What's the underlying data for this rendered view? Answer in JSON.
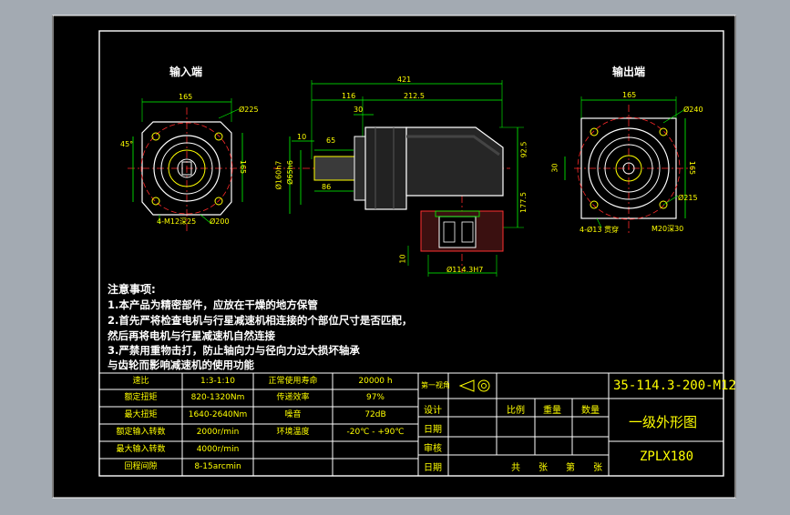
{
  "views": {
    "input_title": "输入端",
    "output_title": "输出端"
  },
  "dims": {
    "left_width": "165",
    "left_square": "165",
    "left_bolt_circle": "Ø225",
    "left_pilot": "Ø200",
    "left_holes": "4-M12深25",
    "left_angle": "45°",
    "total_len": "421",
    "seg_116": "116",
    "seg_212": "212.5",
    "seg_30": "30",
    "seg_10": "10",
    "seg_65": "65",
    "seg_86": "86",
    "dia_left_a": "Ø160h7",
    "dia_left_b": "Ø65h6",
    "h_92": "92.5",
    "h_177": "177.5",
    "h_10b": "10",
    "dia_bottom": "Ø114.3H7",
    "right_width": "165",
    "right_square": "165",
    "right_bolt_circle": "Ø240",
    "right_pilot": "Ø215",
    "right_holes": "4-Ø13 贯穿",
    "right_key": "M20深30",
    "right_30": "30"
  },
  "notes": {
    "title": "注意事项:",
    "lines": [
      "1.本产品为精密部件，应放在干燥的地方保管",
      "2.首先严将检查电机与行星减速机相连接的个部位尺寸是否匹配，",
      "然后再将电机与行星减速机自然连接",
      "3.严禁用重物击打，防止轴向力与径向力过大损坏轴承",
      "与齿轮而影响减速机的使用功能"
    ]
  },
  "spec_table": [
    [
      "速比",
      "1:3-1:10",
      "正常使用寿命",
      "20000 h"
    ],
    [
      "额定扭矩",
      "820-1320Nm",
      "传递效率",
      "97%"
    ],
    [
      "最大扭矩",
      "1640-2640Nm",
      "噪音",
      "72dB"
    ],
    [
      "额定输入转数",
      "2000r/min",
      "环境温度",
      "-20℃ - +90℃"
    ],
    [
      "最大输入转数",
      "4000r/min",
      "",
      ""
    ],
    [
      "回程间隙",
      "8-15arcmin",
      "",
      ""
    ]
  ],
  "title_block": {
    "projection": "第一视角",
    "drawing_no": "35-114.3-200-M12",
    "design": "设计",
    "check": "日期",
    "audit": "审核",
    "date": "日期",
    "scale": "比例",
    "qty_label": "数量",
    "weight": "重量",
    "name": "一级外形图",
    "model": "ZPLX180",
    "sheets": "共　　张　　第　　张"
  }
}
